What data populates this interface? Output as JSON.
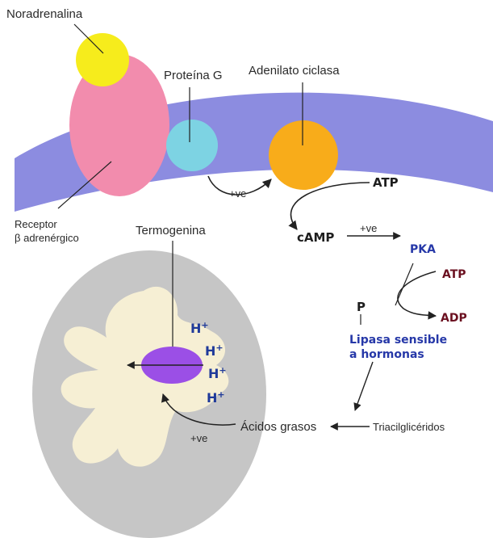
{
  "labels": {
    "noradrenalina": "Noradrenalina",
    "proteina_g": "Proteína G",
    "adenilato_ciclasa": "Adenilato ciclasa",
    "receptor_line1": "Receptor",
    "receptor_line2": "β adrenérgico",
    "termogenina": "Termogenina",
    "atp_1": "ATP",
    "camp": "cAMP",
    "pka": "PKA",
    "atp_2": "ATP",
    "adp": "ADP",
    "p": "P",
    "lipasa_line1": "Lipasa sensible",
    "lipasa_line2": "a hormonas",
    "acidos_grasos": "Ácidos grasos",
    "triacilgliceridos": "Triacilglicéridos",
    "ve_1": "+ve",
    "ve_2": "+ve",
    "ve_3": "+ve",
    "h1": "H",
    "h2": "H",
    "h3": "H",
    "h4": "H",
    "plus": "+"
  },
  "colors": {
    "membrane": "#8c8ce0",
    "noradrenalina": "#f6ec1c",
    "receptor": "#f28cad",
    "proteina_g": "#7dd3e3",
    "adenilato_ciclasa": "#f8ac1a",
    "cell": "#c6c6c6",
    "mitochondria": "#f6efd4",
    "termogenina": "#9b4fe6",
    "text_blue": "#2638a8",
    "text_red": "#6b1020"
  }
}
